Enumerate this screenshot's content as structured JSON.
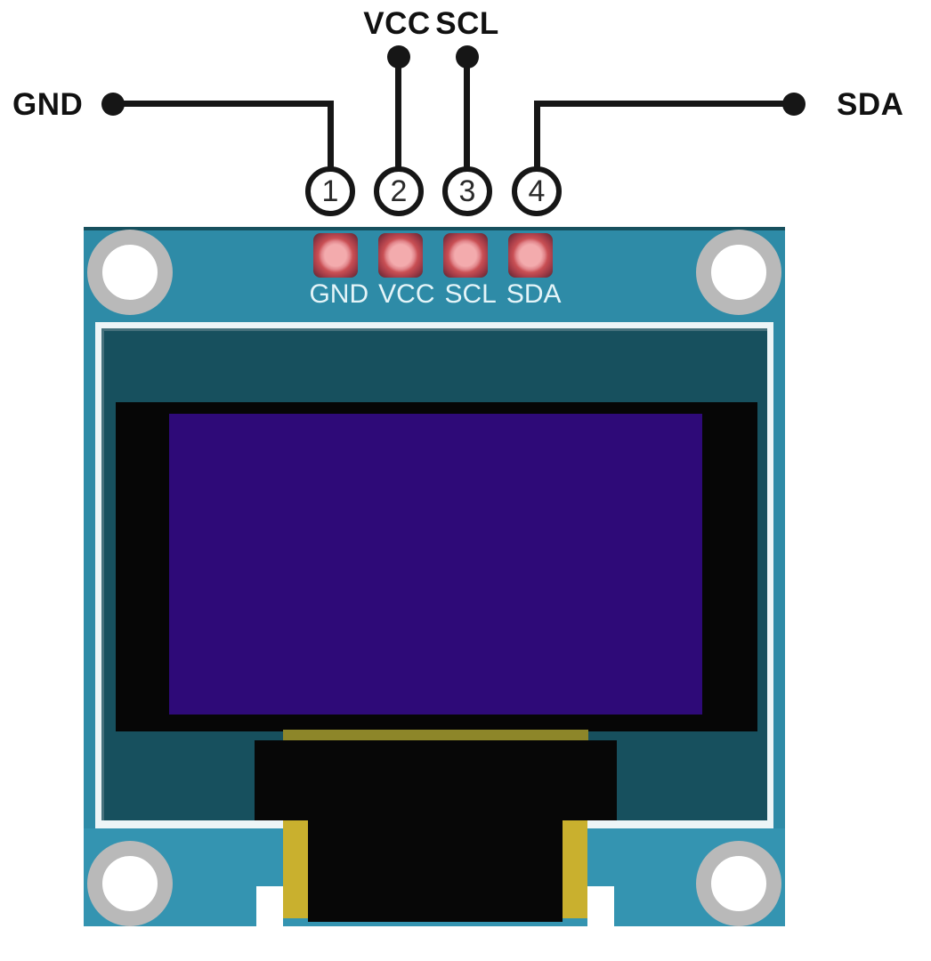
{
  "diagram": {
    "pins": [
      {
        "number": "1",
        "signal": "GND"
      },
      {
        "number": "2",
        "signal": "VCC"
      },
      {
        "number": "3",
        "signal": "SCL"
      },
      {
        "number": "4",
        "signal": "SDA"
      }
    ],
    "board": {
      "pad_labels": [
        "GND",
        "VCC",
        "SCL",
        "SDA"
      ]
    },
    "colors": {
      "board_teal": "#2E8BA7",
      "board_teal_light": "#3494B1",
      "frame_teal_dark": "#17505E",
      "frame_outline": "#EDF5F7",
      "bezel_black": "#060606",
      "screen_purple": "#2E0A78",
      "pad_red": "#C94F54",
      "pad_pink": "#F3ABAD",
      "pad_maroon": "#6C2C38",
      "connector_black": "#070707",
      "tab_yellow": "#C9B02E",
      "strip_olive": "#8D8629",
      "hole_ring_gray": "#B9B9B9",
      "line_black": "#161616",
      "board_text": "#E4F4F8"
    }
  }
}
